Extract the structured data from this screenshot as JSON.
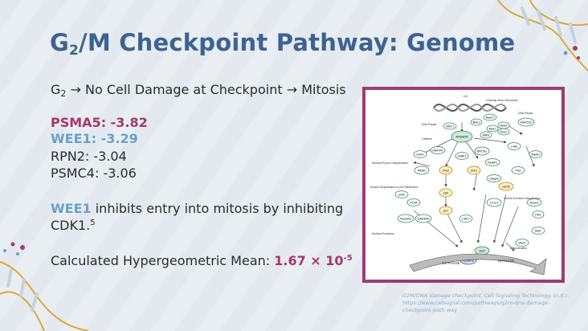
{
  "slide": {
    "title_main": "G",
    "title_sub": "2",
    "title_rest": "/M Checkpoint Pathway: Genome",
    "flow": {
      "g": "G",
      "g_sub": "2",
      "text": " → No Cell Damage at Checkpoint → Mitosis"
    },
    "genes": [
      {
        "label": "PSMA5: -3.82",
        "style": "pink"
      },
      {
        "label": "WEE1: -3.29",
        "style": "blue"
      },
      {
        "label": "RPN2: -3.04",
        "style": "plain"
      },
      {
        "label": "PSMC4: -3.06",
        "style": "plain"
      }
    ],
    "note": {
      "highlight": "WEE1",
      "rest1": " inhibits entry into mitosis by inhibiting",
      "line2": "CDK1.",
      "sup": "5"
    },
    "mean": {
      "label": "Calculated Hypergeometric Mean: ",
      "value": "1.67",
      "times": "×",
      "base": "10",
      "exp": "-5"
    },
    "figure": {
      "labels": {
        "uv": "UV",
        "critically_short": "Critically Short Telomeres",
        "dna_repair_top": "DNA Repair",
        "dna_repair_left": "DNA Repair",
        "caffeine": "Caffeine",
        "nuclear_export": "Nuclear Export Ubiquitination",
        "nuclear_seq": "Nuclear Sequestration or p53 Stabilization",
        "nuclear_exclusion_left": "Nuclear Exclusion",
        "nuclear_exclusion_right": "Nuclear Exclusion Ubiquitination",
        "ubiquitination": "Ubiquitination",
        "g2_phase": "G2-PHASE",
        "m_phase": "M-PHASE"
      },
      "nodes": [
        "ATM/ATR",
        "FANCD2",
        "BRCA1",
        "Chk1",
        "Chk2",
        "p53",
        "MDM2",
        "p21",
        "14-3-3",
        "cdc25",
        "Wee1",
        "cdc2",
        "Cyclin B",
        "Plk1",
        "Myt1",
        "GADD45",
        "Reprimo",
        "p300",
        "PCAF",
        "CDK7",
        "Aurora",
        "PKA",
        "Rad17",
        "Rad9",
        "Hus1",
        "Rad1",
        "Nbs1",
        "DNA-PK",
        "H2AX",
        "MRN",
        "MDC1",
        "c-Abl",
        "53BP1",
        "Rad51",
        "TopBP1",
        "Claspin"
      ]
    },
    "citation": {
      "title": "G2M/DNA damage checkpoint.",
      "source": " Cell Signaling Technology. (n.d.).",
      "url": "https://www.cellsignal.com/pathways/g2m-dna-damage-checkpoint-path way"
    },
    "colors": {
      "title": "#3c6391",
      "pink": "#a5386b",
      "blue": "#6aa0c8",
      "frame": "#9b3d75",
      "citation": "#8fa9c6"
    }
  }
}
